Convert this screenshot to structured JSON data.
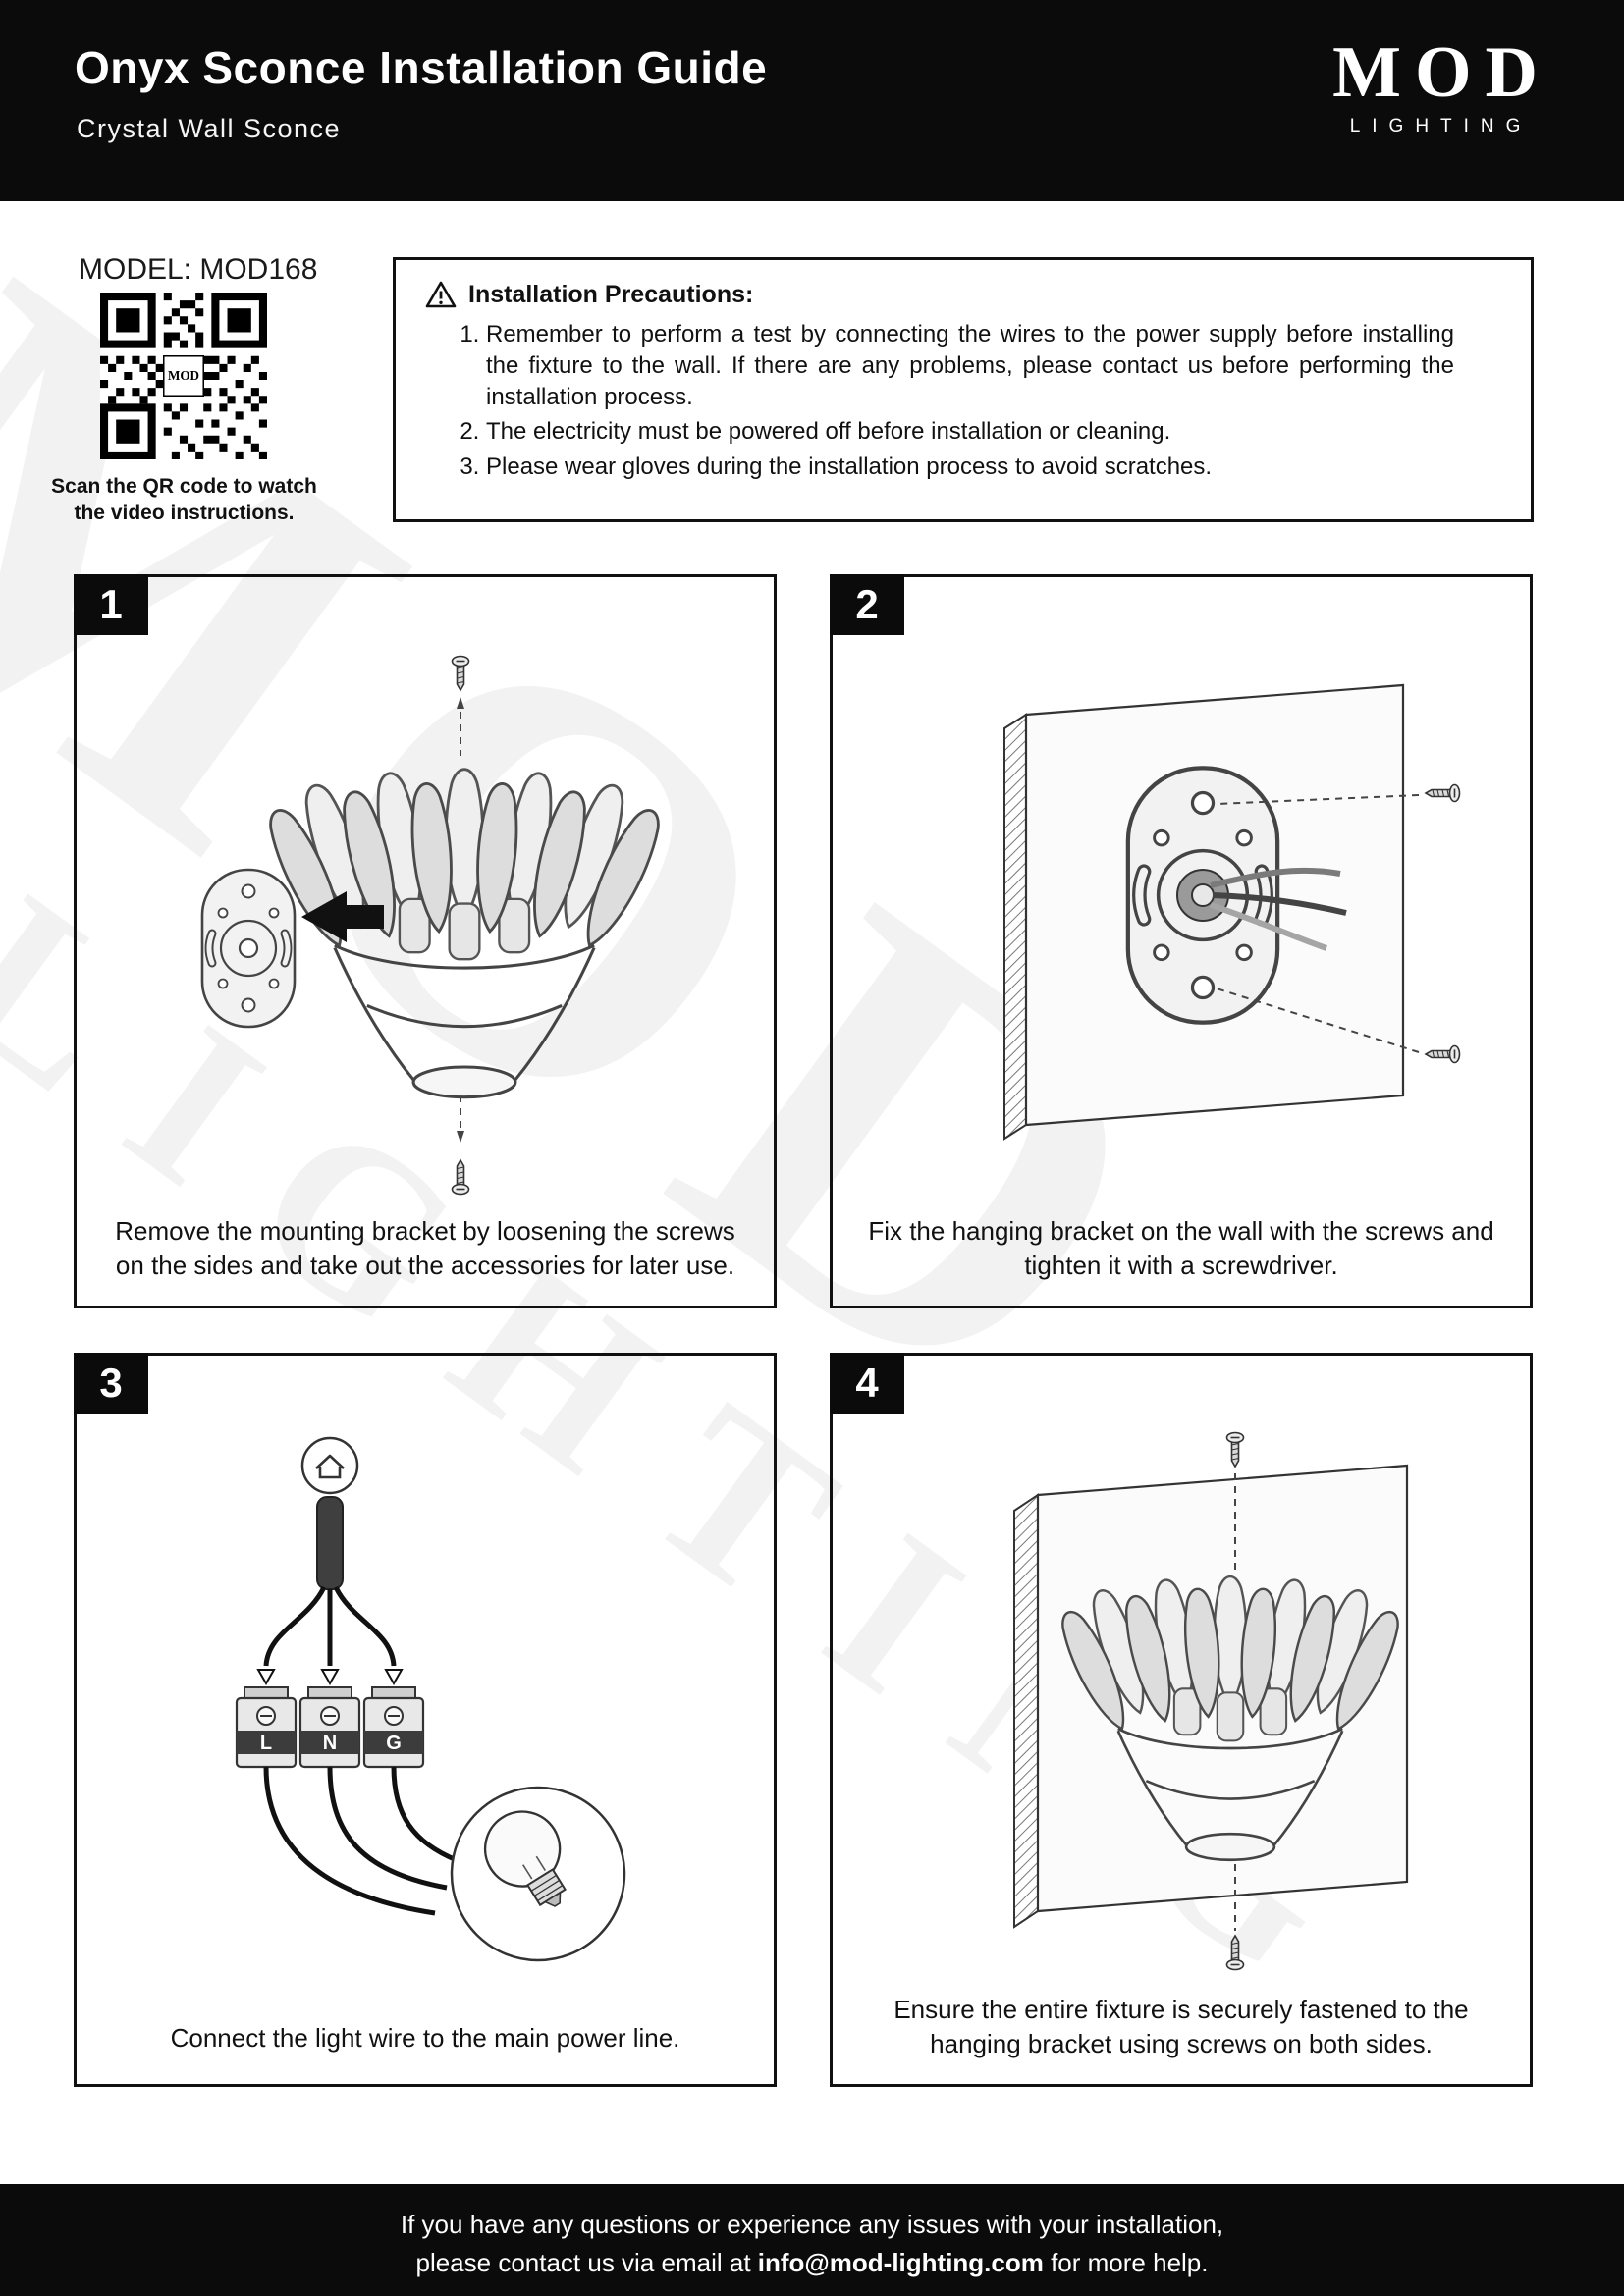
{
  "header": {
    "title": "Onyx Sconce Installation Guide",
    "subtitle": "Crystal Wall Sconce",
    "brand_name": "MOD",
    "brand_sub": "LIGHTING"
  },
  "model": {
    "label": "MODEL: MOD168",
    "qr_caption": "Scan the QR code to watch the video instructions."
  },
  "precautions": {
    "title": "Installation Precautions:",
    "items": [
      "Remember to perform a test by connecting the wires to the power supply before installing the fixture to the wall. If there are any problems, please contact us before performing the installation process.",
      "The electricity must be powered off before installation or cleaning.",
      "Please wear gloves during the installation process to avoid scratches."
    ]
  },
  "steps": [
    {
      "number": "1",
      "caption": "Remove the mounting bracket by loosening the screws on the sides and take out the accessories for later use."
    },
    {
      "number": "2",
      "caption": "Fix the hanging bracket on the wall with the screws and tighten it with a screwdriver."
    },
    {
      "number": "3",
      "caption": "Connect the light wire to the main power line."
    },
    {
      "number": "4",
      "caption": "Ensure the entire fixture is securely fastened to the hanging bracket using screws on both sides."
    }
  ],
  "wiring": {
    "labels": [
      "L",
      "N",
      "G"
    ]
  },
  "footer": {
    "line1": "If you have any questions or experience any issues with your installation,",
    "line2_prefix": "please contact us via email at ",
    "email": "info@mod-lighting.com",
    "line2_suffix": " for more help."
  },
  "colors": {
    "bar_bg": "#0b0b0b",
    "ink": "#111111"
  }
}
